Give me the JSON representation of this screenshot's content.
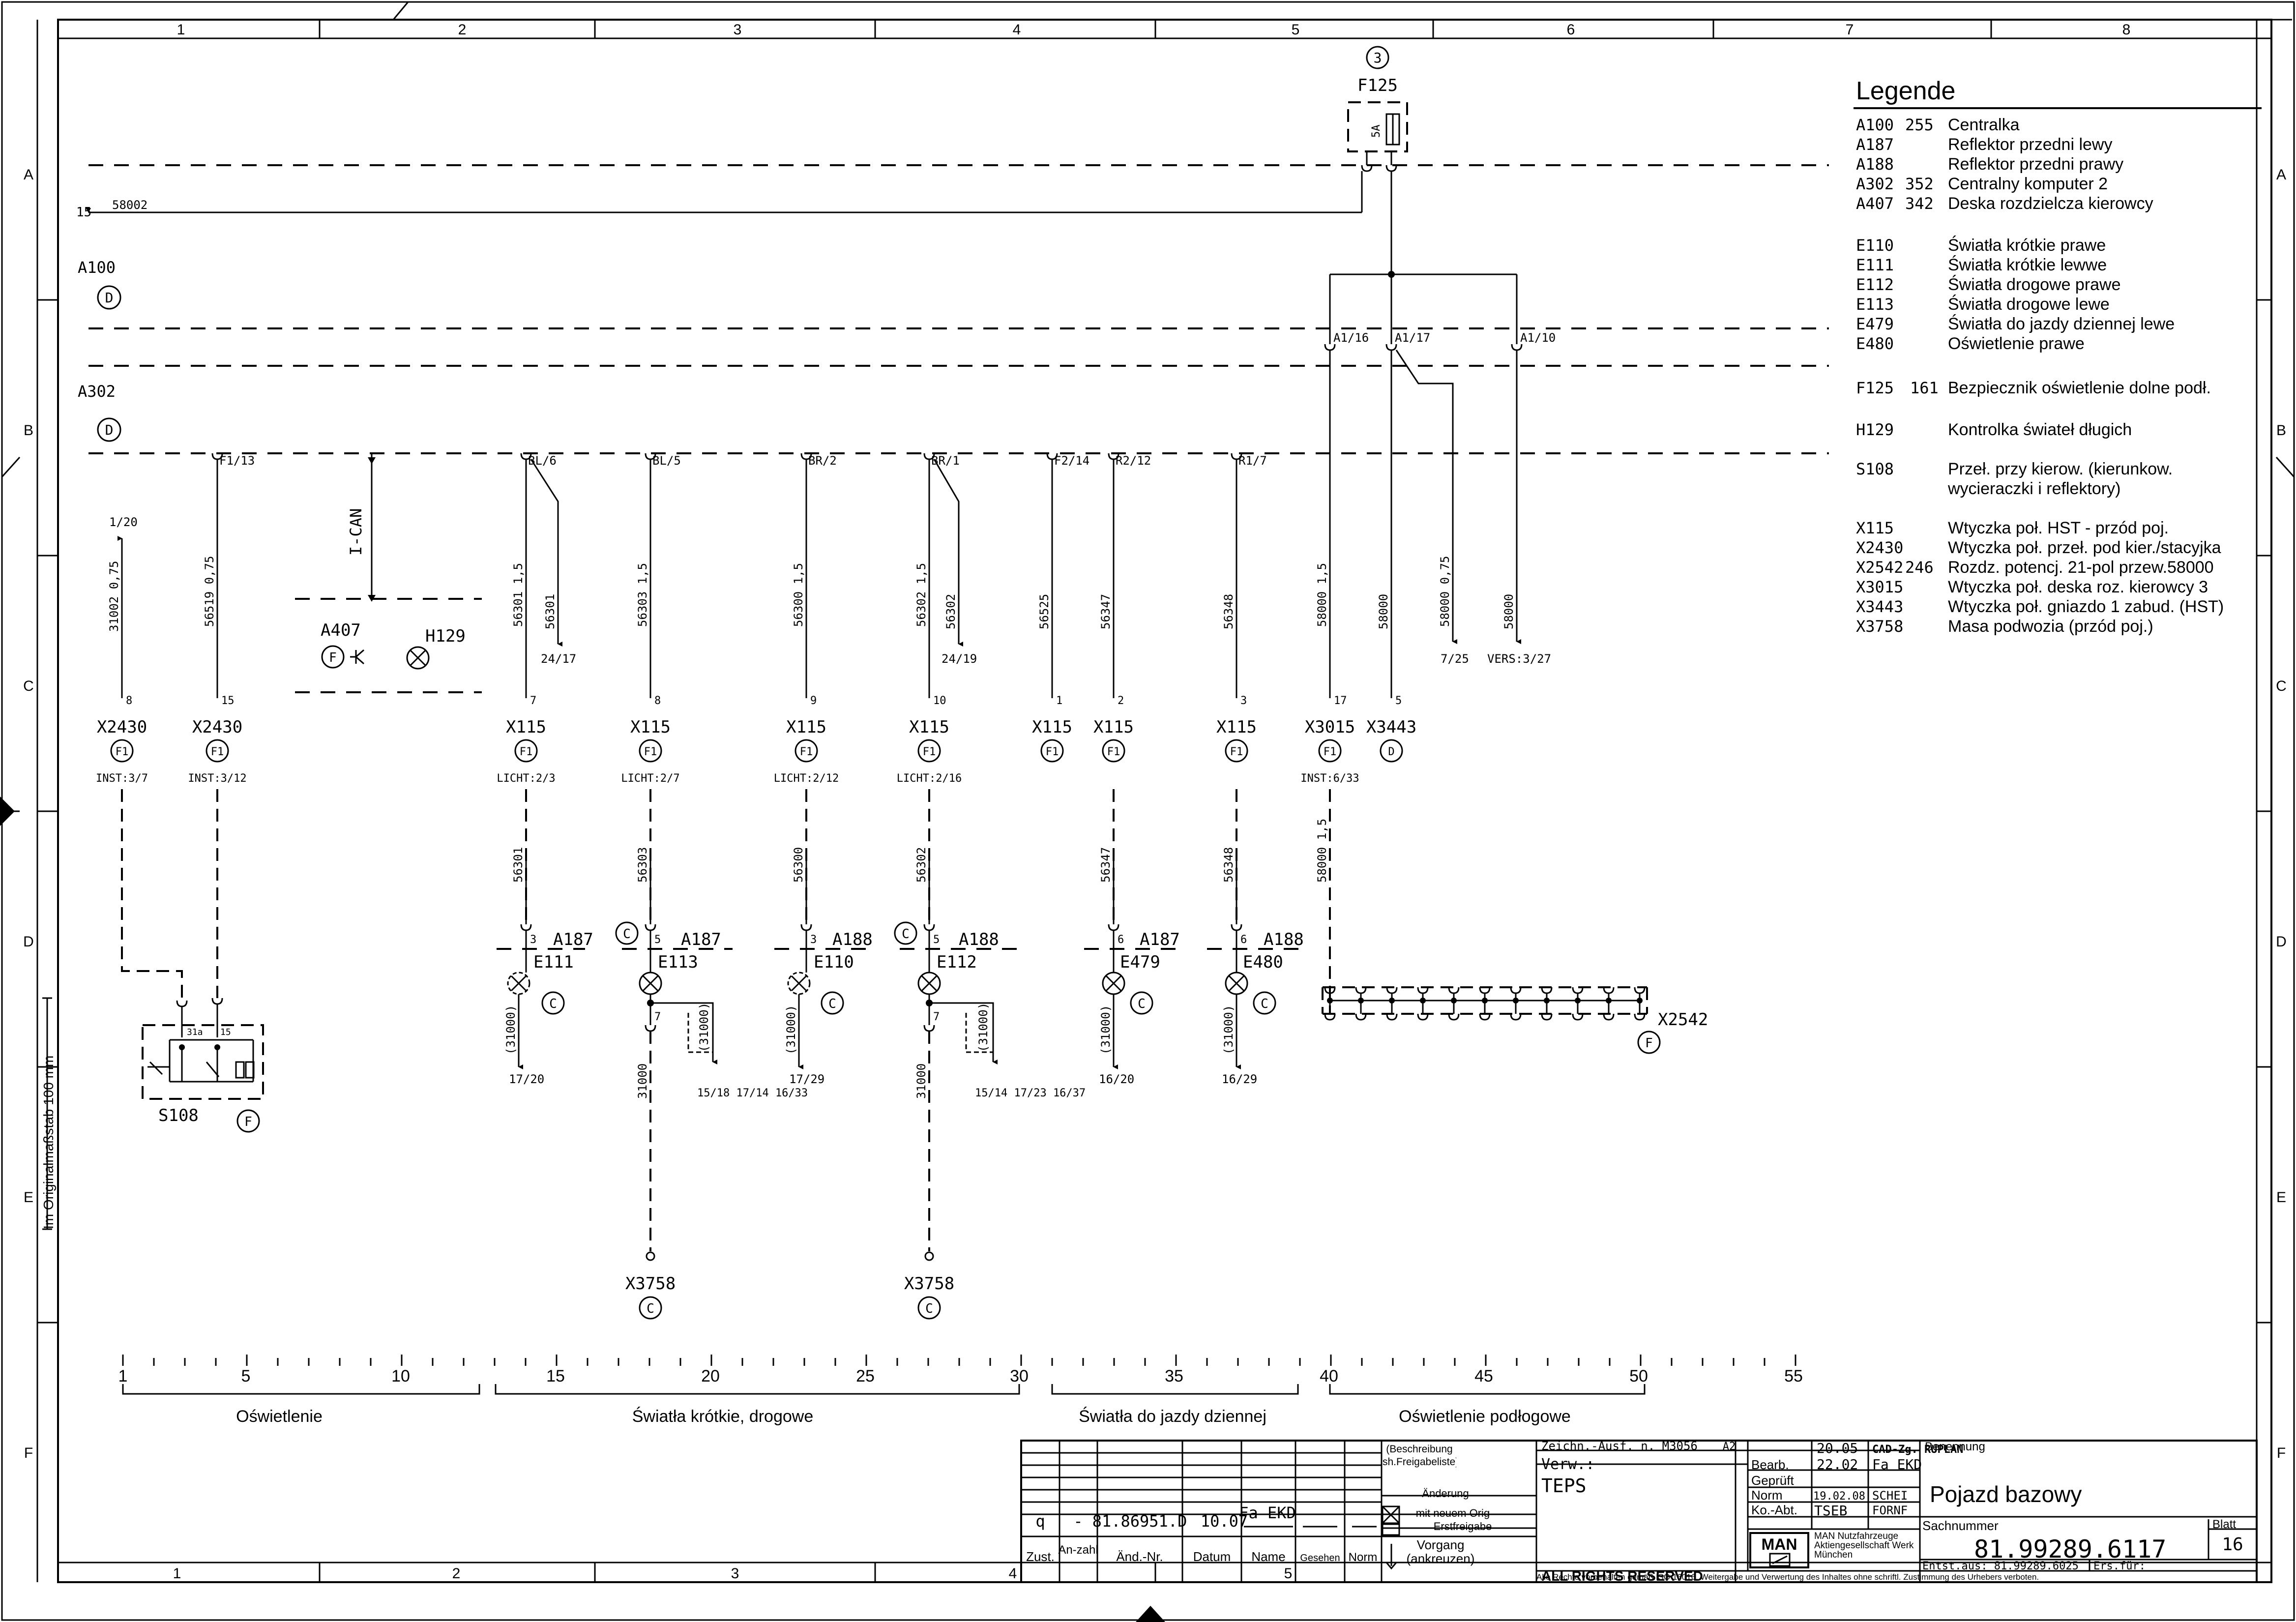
{
  "frame": {
    "cols_top": [
      "1",
      "2",
      "3",
      "4",
      "5",
      "6",
      "7",
      "8"
    ],
    "cols_bottom": [
      "1",
      "2",
      "3",
      "4",
      "5"
    ],
    "rows": [
      "A",
      "B",
      "C",
      "D",
      "E",
      "F"
    ],
    "side_scale_label": "Im Originalmaßstab 100 mm"
  },
  "bus": {
    "a100": "A100",
    "a100_tag": "D",
    "a302": "A302",
    "a302_tag": "D",
    "ican": "I-CAN",
    "wire15": "15",
    "wire15_num": "58002"
  },
  "fuse": {
    "circle": "3",
    "name": "F125",
    "rating": "5A"
  },
  "a407": {
    "name": "A407",
    "tag": "F"
  },
  "h129": {
    "name": "H129"
  },
  "pins_a302": [
    "F1/13",
    "BL/6",
    "BL/5",
    "BR/2",
    "BR/1",
    "F2/14",
    "R2/12",
    "R1/7"
  ],
  "pins_a100": [
    "A1/16",
    "A1/17",
    "A1/10"
  ],
  "wire_labels": [
    "31002 0,75",
    "56519 0,75",
    "56301 1,5",
    "56301",
    "56303 1,5",
    "56300 1,5",
    "56302 1,5",
    "56302",
    "56525",
    "56347",
    "56348",
    "58000 1,5",
    "58000",
    "58000 0,75",
    "58000"
  ],
  "refs_top": [
    "1/20",
    "24/17",
    "24/19",
    "7/25",
    "VERS:3/27"
  ],
  "connectors": [
    {
      "pin": "8",
      "name": "X2430",
      "tag": "F1",
      "sheet": "INST:3/7"
    },
    {
      "pin": "15",
      "name": "X2430",
      "tag": "F1",
      "sheet": "INST:3/12"
    },
    {
      "pin": "7",
      "name": "X115",
      "tag": "F1",
      "sheet": "LICHT:2/3"
    },
    {
      "pin": "8",
      "name": "X115",
      "tag": "F1",
      "sheet": "LICHT:2/7"
    },
    {
      "pin": "9",
      "name": "X115",
      "tag": "F1",
      "sheet": "LICHT:2/12"
    },
    {
      "pin": "10",
      "name": "X115",
      "tag": "F1",
      "sheet": "LICHT:2/16"
    },
    {
      "pin": "1",
      "name": "X115",
      "tag": "F1",
      "sheet": ""
    },
    {
      "pin": "2",
      "name": "X115",
      "tag": "F1",
      "sheet": ""
    },
    {
      "pin": "3",
      "name": "X115",
      "tag": "F1",
      "sheet": ""
    },
    {
      "pin": "17",
      "name": "X3015",
      "tag": "F1",
      "sheet": "INST:6/33"
    },
    {
      "pin": "5",
      "name": "X3443",
      "tag": "D",
      "sheet": ""
    }
  ],
  "lower_wires": [
    "56301",
    "56303",
    "56300",
    "56302",
    "56347",
    "56348",
    "58000 1,5"
  ],
  "lamps": [
    {
      "pin": "3",
      "group": "A187",
      "name": "E111",
      "tag": "C",
      "gnd": "(31000)",
      "ref": "17/20"
    },
    {
      "pin": "5",
      "group": "A187",
      "name": "E113",
      "tag": "C",
      "gnd": "(31000)",
      "ref": "15/18 17/14 16/33"
    },
    {
      "pin": "3",
      "group": "A188",
      "name": "E110",
      "tag": "C",
      "gnd": "(31000)",
      "ref": "17/29"
    },
    {
      "pin": "5",
      "group": "A188",
      "name": "E112",
      "tag": "C",
      "gnd": "(31000)",
      "ref": "15/14 17/23 16/37"
    },
    {
      "pin": "6",
      "group": "A187",
      "name": "E479",
      "tag": "C",
      "gnd": "(31000)",
      "ref": "16/20"
    },
    {
      "pin": "6",
      "group": "A188",
      "name": "E480",
      "tag": "C",
      "gnd": "(31000)",
      "ref": "16/29"
    }
  ],
  "pin7": "7",
  "gnd_wire": "31000",
  "ground": {
    "name": "X3758",
    "tag": "C"
  },
  "s108": {
    "name": "S108",
    "tag": "F",
    "pin_a": "31a",
    "pin_b": "15"
  },
  "x2542": {
    "name": "X2542",
    "tag": "F"
  },
  "scale_ticks": [
    "1",
    "5",
    "10",
    "15",
    "20",
    "25",
    "30",
    "35",
    "40",
    "45",
    "50",
    "55"
  ],
  "groups": [
    "Oświetlenie",
    "Światła krótkie, drogowe",
    "Światła do jazdy dziennej",
    "Oświetlenie podłogowe"
  ],
  "legend": {
    "title": "Legende",
    "items": [
      {
        "code": "A100",
        "num": "255",
        "text": "Centralka"
      },
      {
        "code": "A187",
        "num": "",
        "text": "Reflektor przedni lewy"
      },
      {
        "code": "A188",
        "num": "",
        "text": "Reflektor przedni prawy"
      },
      {
        "code": "A302",
        "num": "352",
        "text": "Centralny komputer 2"
      },
      {
        "code": "A407",
        "num": "342",
        "text": "Deska rozdzielcza kierowcy"
      },
      {
        "code": "E110",
        "num": "",
        "text": "Światła krótkie prawe"
      },
      {
        "code": "E111",
        "num": "",
        "text": "Światła krótkie lewwe"
      },
      {
        "code": "E112",
        "num": "",
        "text": "Światła drogowe prawe"
      },
      {
        "code": "E113",
        "num": "",
        "text": "Światła drogowe lewe"
      },
      {
        "code": "E479",
        "num": "",
        "text": "Światła do jazdy dziennej lewe"
      },
      {
        "code": "E480",
        "num": "",
        "text": "Oświetlenie prawe"
      },
      {
        "code": "F125",
        "num": "161",
        "text": "Bezpiecznik oświetlenie dolne podł."
      },
      {
        "code": "H129",
        "num": "",
        "text": "Kontrolka świateł długich"
      },
      {
        "code": "S108",
        "num": "",
        "text": "Przeł. przy kierow. (kierunkow."
      },
      {
        "code": "",
        "num": "",
        "text": "wycieraczki i reflektory)"
      },
      {
        "code": "X115",
        "num": "",
        "text": "Wtyczka poł. HST - przód poj."
      },
      {
        "code": "X2430",
        "num": "",
        "text": "Wtyczka poł. przeł. pod kier./stacyjka"
      },
      {
        "code": "X2542",
        "num": "246",
        "text": "Rozdz. potencj. 21-pol przew.58000"
      },
      {
        "code": "X3015",
        "num": "",
        "text": "Wtyczka poł. deska roz. kierowcy 3"
      },
      {
        "code": "X3443",
        "num": "",
        "text": "Wtyczka poł. gniazdo 1 zabud. (HST)"
      },
      {
        "code": "X3758",
        "num": "",
        "text": "Masa podwozia (przód poj.)"
      }
    ]
  },
  "titleblock": {
    "rev_row": [
      "q",
      "-",
      "81.86951.D",
      "10.07",
      "Fa EKD"
    ],
    "rev_head": [
      "Zust.",
      "An-zahl",
      "Änd.-Nr.",
      "Datum",
      "Name",
      "Gesehen",
      "Norm"
    ],
    "beschreibung": "(Beschreibung sh.Freigabeliste)",
    "aenderung": "Änderung",
    "mit_neuem": "mit neuem Orig",
    "erstfreigabe": "Erstfreigabe",
    "vorgang": "Vorgang (ankreuzen)",
    "zeichn": "Zeichn.-Ausf. n. M3056",
    "format": "A2",
    "verw": "Verw.:",
    "teps": "TEPS",
    "rows": [
      "Bearb.",
      "Geprüft",
      "Norm",
      "Ko.-Abt."
    ],
    "dates": [
      "20.05",
      "22.02",
      "19.02.08",
      ""
    ],
    "cad": "CAD-Zg. RUPLAN",
    "names": [
      "Fa EKD",
      "SCHEI",
      "FORNF"
    ],
    "dept": "TSEB",
    "benennung": "Benennung",
    "title": "Pojazd bazowy",
    "sachnummer_label": "Sachnummer",
    "sachnummer": "81.99289.6117",
    "blatt_label": "Blatt",
    "blatt": "16",
    "entst": "Entst.aus: 81.99289.6025",
    "ersfur": "Ers.für:",
    "man": "MAN",
    "company": "MAN Nutzfahrzeuge Aktiengesellschaft Werk München",
    "rights": "ALL RIGHTS RESERVED",
    "iso": "Alle Rechte vorbehalten gemäß ISO 16016. Weitergabe und Verwertung des Inhaltes ohne schriftl. Zustimmung des Urhebers verboten."
  }
}
